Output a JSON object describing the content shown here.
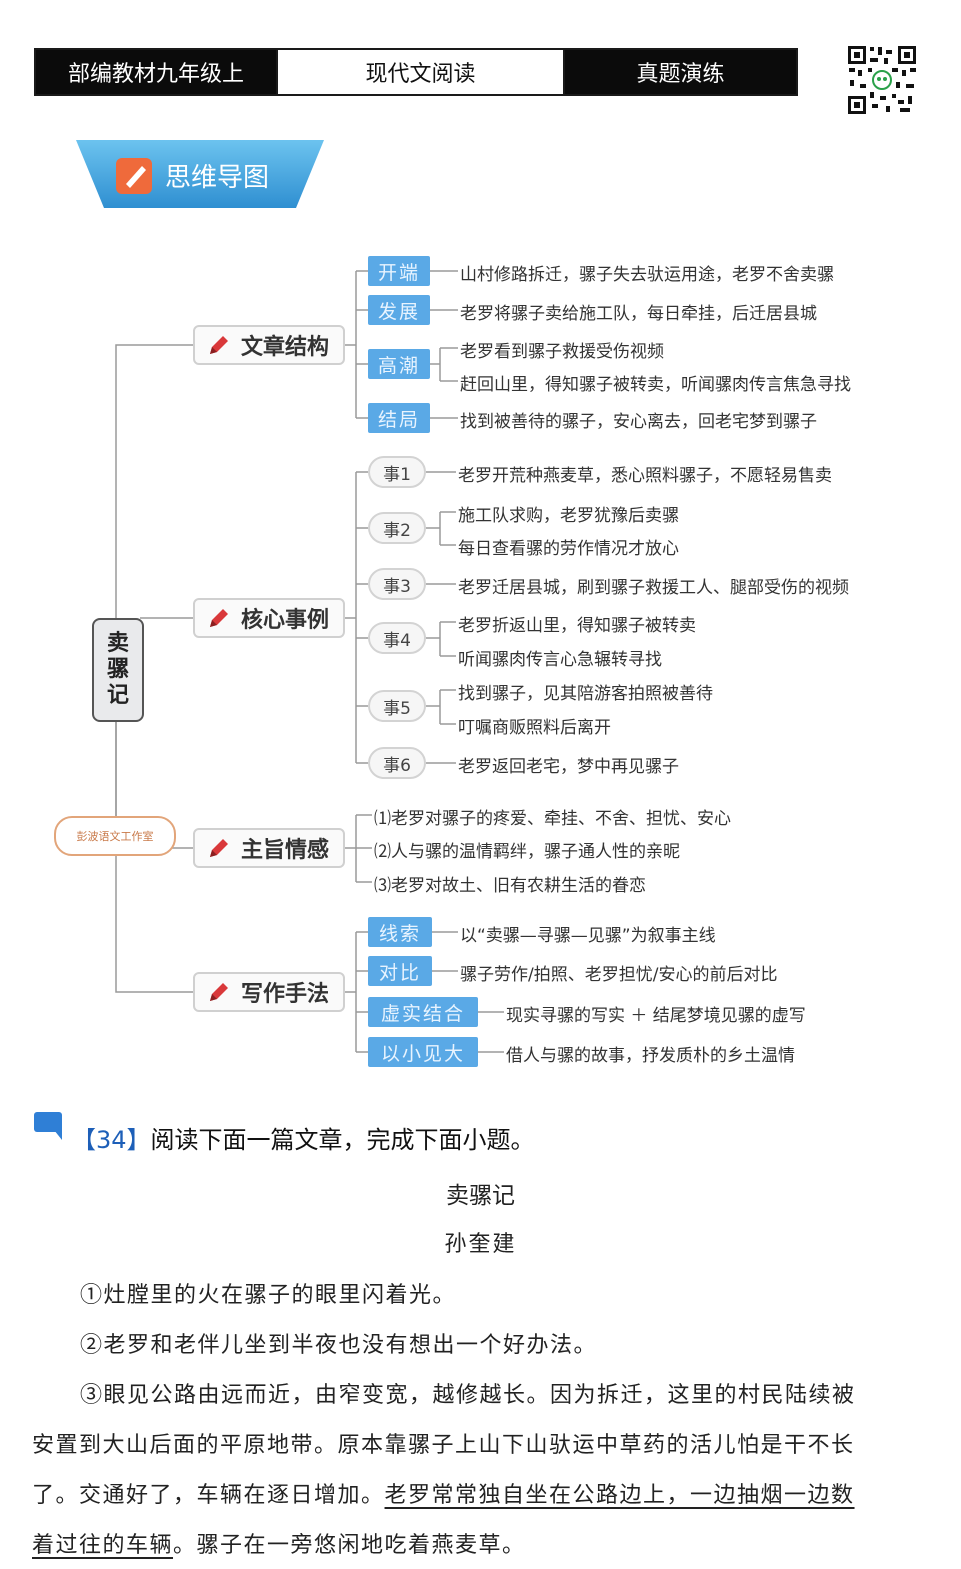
{
  "header": {
    "left": "部编教材九年级上",
    "center": "现代文阅读",
    "right": "真题演练"
  },
  "banner": {
    "label": "思维导图"
  },
  "mindmap": {
    "root": [
      "卖",
      "骡",
      "记"
    ],
    "stamp": "彭波语文工作室",
    "sections": [
      {
        "title": "文章结构",
        "items": [
          {
            "tag": "开端",
            "lines": [
              "山村修路拆迁，骡子失去驮运用途，老罗不舍卖骡"
            ]
          },
          {
            "tag": "发展",
            "lines": [
              "老罗将骡子卖给施工队，每日牵挂，后迁居县城"
            ]
          },
          {
            "tag": "高潮",
            "lines": [
              "老罗看到骡子救援受伤视频",
              "赶回山里，得知骡子被转卖，听闻骡肉传言焦急寻找"
            ]
          },
          {
            "tag": "结局",
            "lines": [
              "找到被善待的骡子，安心离去，回老宅梦到骡子"
            ]
          }
        ]
      },
      {
        "title": "核心事例",
        "items": [
          {
            "tag": "事1",
            "lines": [
              "老罗开荒种燕麦草，悉心照料骡子，不愿轻易售卖"
            ]
          },
          {
            "tag": "事2",
            "lines": [
              "施工队求购，老罗犹豫后卖骡",
              "每日查看骡的劳作情况才放心"
            ]
          },
          {
            "tag": "事3",
            "lines": [
              "老罗迁居县城，刷到骡子救援工人、腿部受伤的视频"
            ]
          },
          {
            "tag": "事4",
            "lines": [
              "老罗折返山里，得知骡子被转卖",
              "听闻骡肉传言心急辗转寻找"
            ]
          },
          {
            "tag": "事5",
            "lines": [
              "找到骡子，见其陪游客拍照被善待",
              "叮嘱商贩照料后离开"
            ]
          },
          {
            "tag": "事6",
            "lines": [
              "老罗返回老宅，梦中再见骡子"
            ]
          }
        ]
      },
      {
        "title": "主旨情感",
        "items": [
          {
            "lines": [
              "⑴老罗对骡子的疼爱、牵挂、不舍、担忧、安心"
            ]
          },
          {
            "lines": [
              "⑵人与骡的温情羁绊，骡子通人性的亲昵"
            ]
          },
          {
            "lines": [
              "⑶老罗对故土、旧有农耕生活的眷恋"
            ]
          }
        ]
      },
      {
        "title": "写作手法",
        "items": [
          {
            "tag": "线索",
            "lines": [
              "以“卖骡—寻骡—见骡”为叙事主线"
            ]
          },
          {
            "tag": "对比",
            "lines": [
              "骡子劳作/拍照、老罗担忧/安心的前后对比"
            ]
          },
          {
            "tag": "虚实结合",
            "lines": [
              "现实寻骡的写实 ＋ 结尾梦境见骡的虚写"
            ]
          },
          {
            "tag": "以小见大",
            "lines": [
              "借人与骡的故事，抒发质朴的乡土温情"
            ]
          }
        ]
      }
    ]
  },
  "question": {
    "number": "【34】",
    "prompt": "阅读下面一篇文章，完成下面小题。",
    "article_title": "卖骡记",
    "author": "孙奎建",
    "p1": "①灶膛里的火在骡子的眼里闪着光。",
    "p2": "②老罗和老伴儿坐到半夜也没有想出一个好办法。",
    "p3_line1": "③眼见公路由远而近，由窄变宽，越修越长。因为拆迁，这里的村民陆续被",
    "p3_line2": "安置到大山后面的平原地带。原本靠骡子上山下山驮运中草药的活儿怕是干不长",
    "p3_line3_plain": "了。交通好了，车辆在逐日增加。",
    "p3_line3_ul": "老罗常常独自坐在公路边上，一边抽烟一边数",
    "p3_line4_ul": "着过往的车辆",
    "p3_line4_plain": "。骡子在一旁悠闲地吃着燕麦草。"
  }
}
